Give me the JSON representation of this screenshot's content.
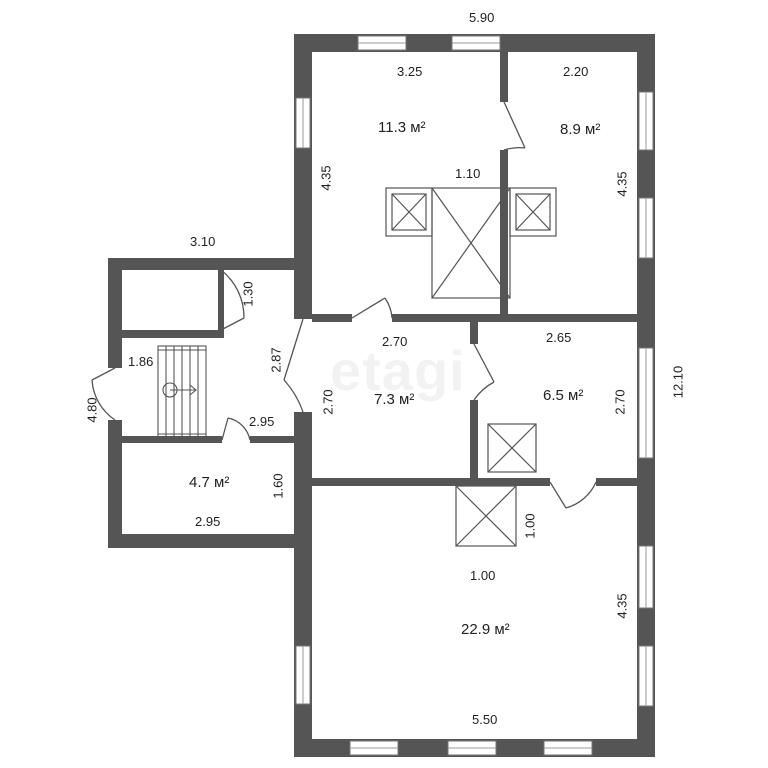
{
  "rooms": {
    "bedroom_top_left": {
      "area": "11.3 м²",
      "width": "3.25",
      "height": "4.35"
    },
    "bedroom_top_right": {
      "area": "8.9 м²",
      "width": "2.20",
      "height": "4.35"
    },
    "room_middle_left": {
      "area": "7.3 м²",
      "width": "2.70",
      "height": "2.70"
    },
    "room_middle_right": {
      "area": "6.5 м²",
      "width": "2.65",
      "height": "2.70"
    },
    "living_room": {
      "area": "22.9 м²",
      "width": "5.50",
      "height": "4.35"
    },
    "annex_room": {
      "area": "4.7 м²",
      "width": "2.95",
      "height": "1.60"
    }
  },
  "dimensions": {
    "total_width": "5.90",
    "total_length": "12.10",
    "annex_width": "3.10",
    "annex_length": "4.80",
    "closet_depth": "1.30",
    "stair_width": "1.86",
    "hall_length": "2.87",
    "hall_width": "2.95",
    "stove_top": "1.10",
    "stove_bottom_width": "1.00",
    "stove_bottom_depth": "1.00"
  },
  "watermark": "etagi",
  "colors": {
    "wall": "#555555",
    "line": "#666666",
    "window": "#ffffff"
  }
}
